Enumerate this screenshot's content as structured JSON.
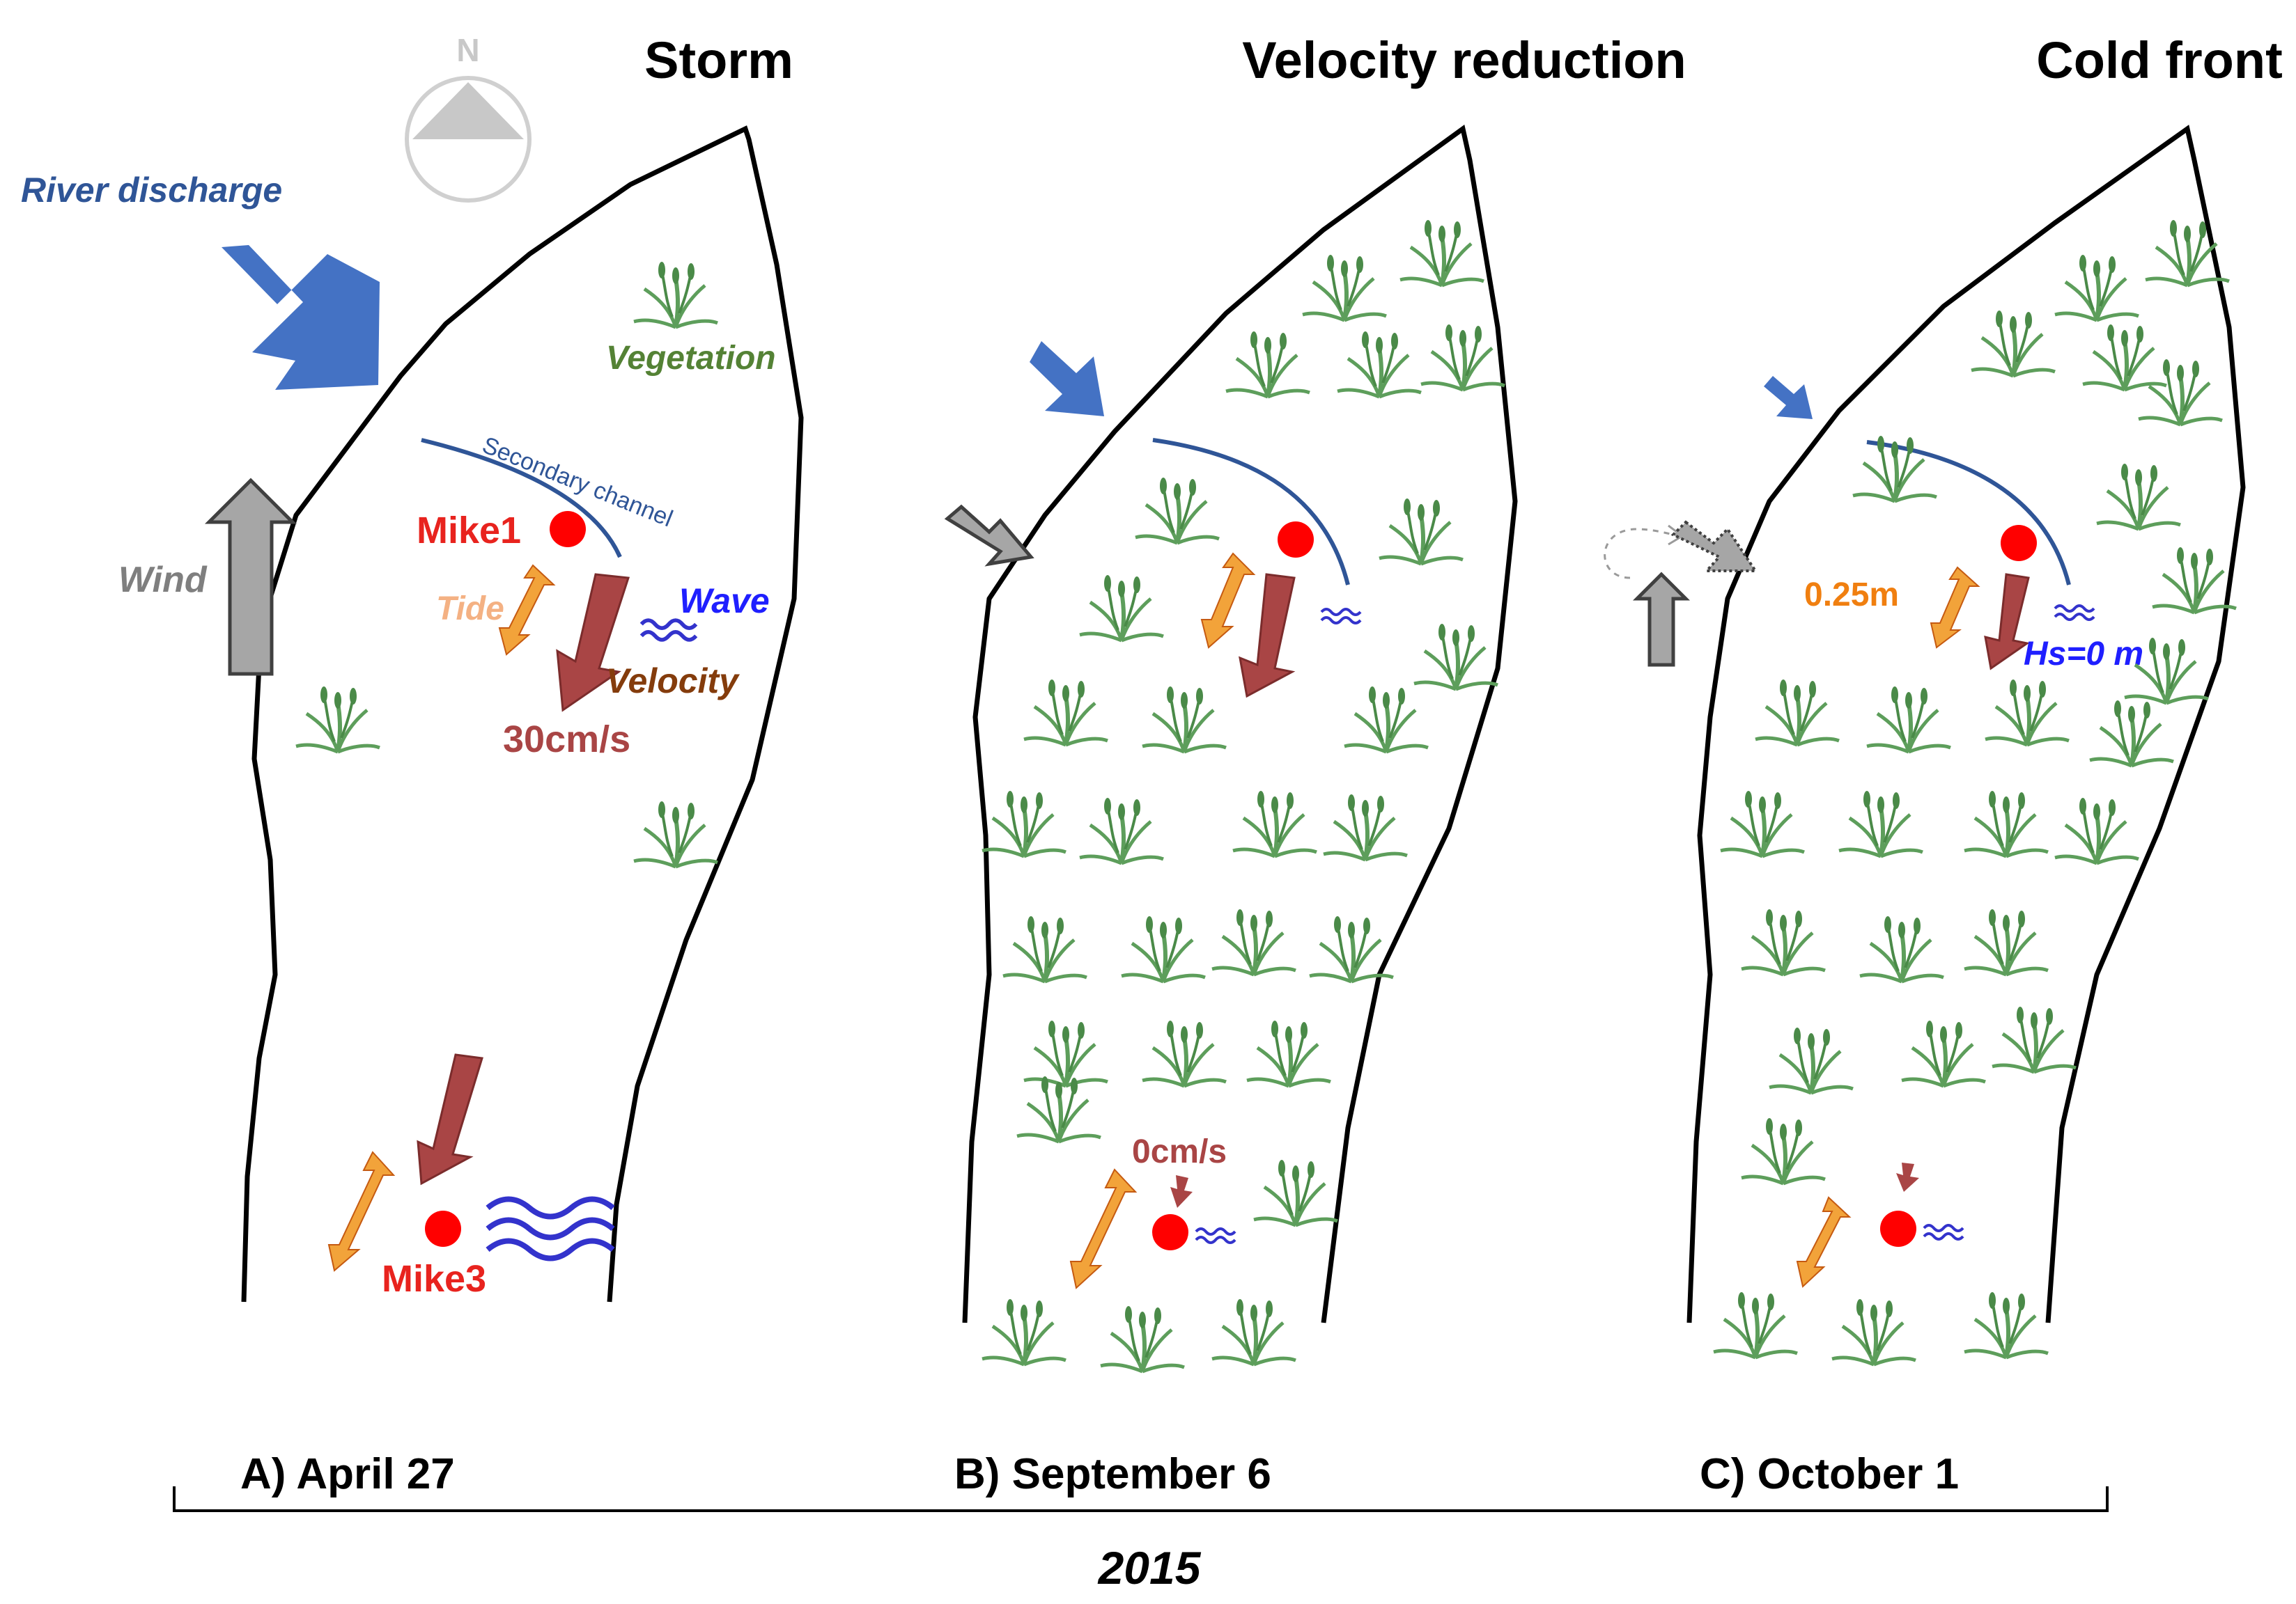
{
  "panels": [
    {
      "title": "Storm",
      "date_label": "A) April 27"
    },
    {
      "title": "Velocity reduction",
      "date_label": "B) September 6"
    },
    {
      "title": "Cold front",
      "date_label": "C) October 1"
    }
  ],
  "year_label": "2015",
  "compass_label": "N",
  "labels": {
    "river_discharge": "River discharge",
    "vegetation": "Vegetation",
    "secondary_channel": "Secondary channel",
    "mike1": "Mike1",
    "mike3": "Mike3",
    "wind": "Wind",
    "tide": "Tide",
    "wave": "Wave",
    "velocity": "Velocity",
    "velocity_value": "30cm/s",
    "velocity_reduced_value": "0cm/s",
    "tide_value": "0.25m",
    "wave_height_value": "Hs=0 m"
  },
  "colors": {
    "river_arrow": "#4472c4",
    "wind_arrow": "#a6a6a6",
    "velocity_arrow": "#a94545",
    "tide_arrow": "#f2a33a",
    "station_dot": "#ff0000",
    "vegetation": "#5d9e5b",
    "channel": "#2f5597",
    "wave_symbol": "#3333cc"
  },
  "icons": [
    "compass-icon",
    "grass-icon",
    "wave-icon"
  ]
}
